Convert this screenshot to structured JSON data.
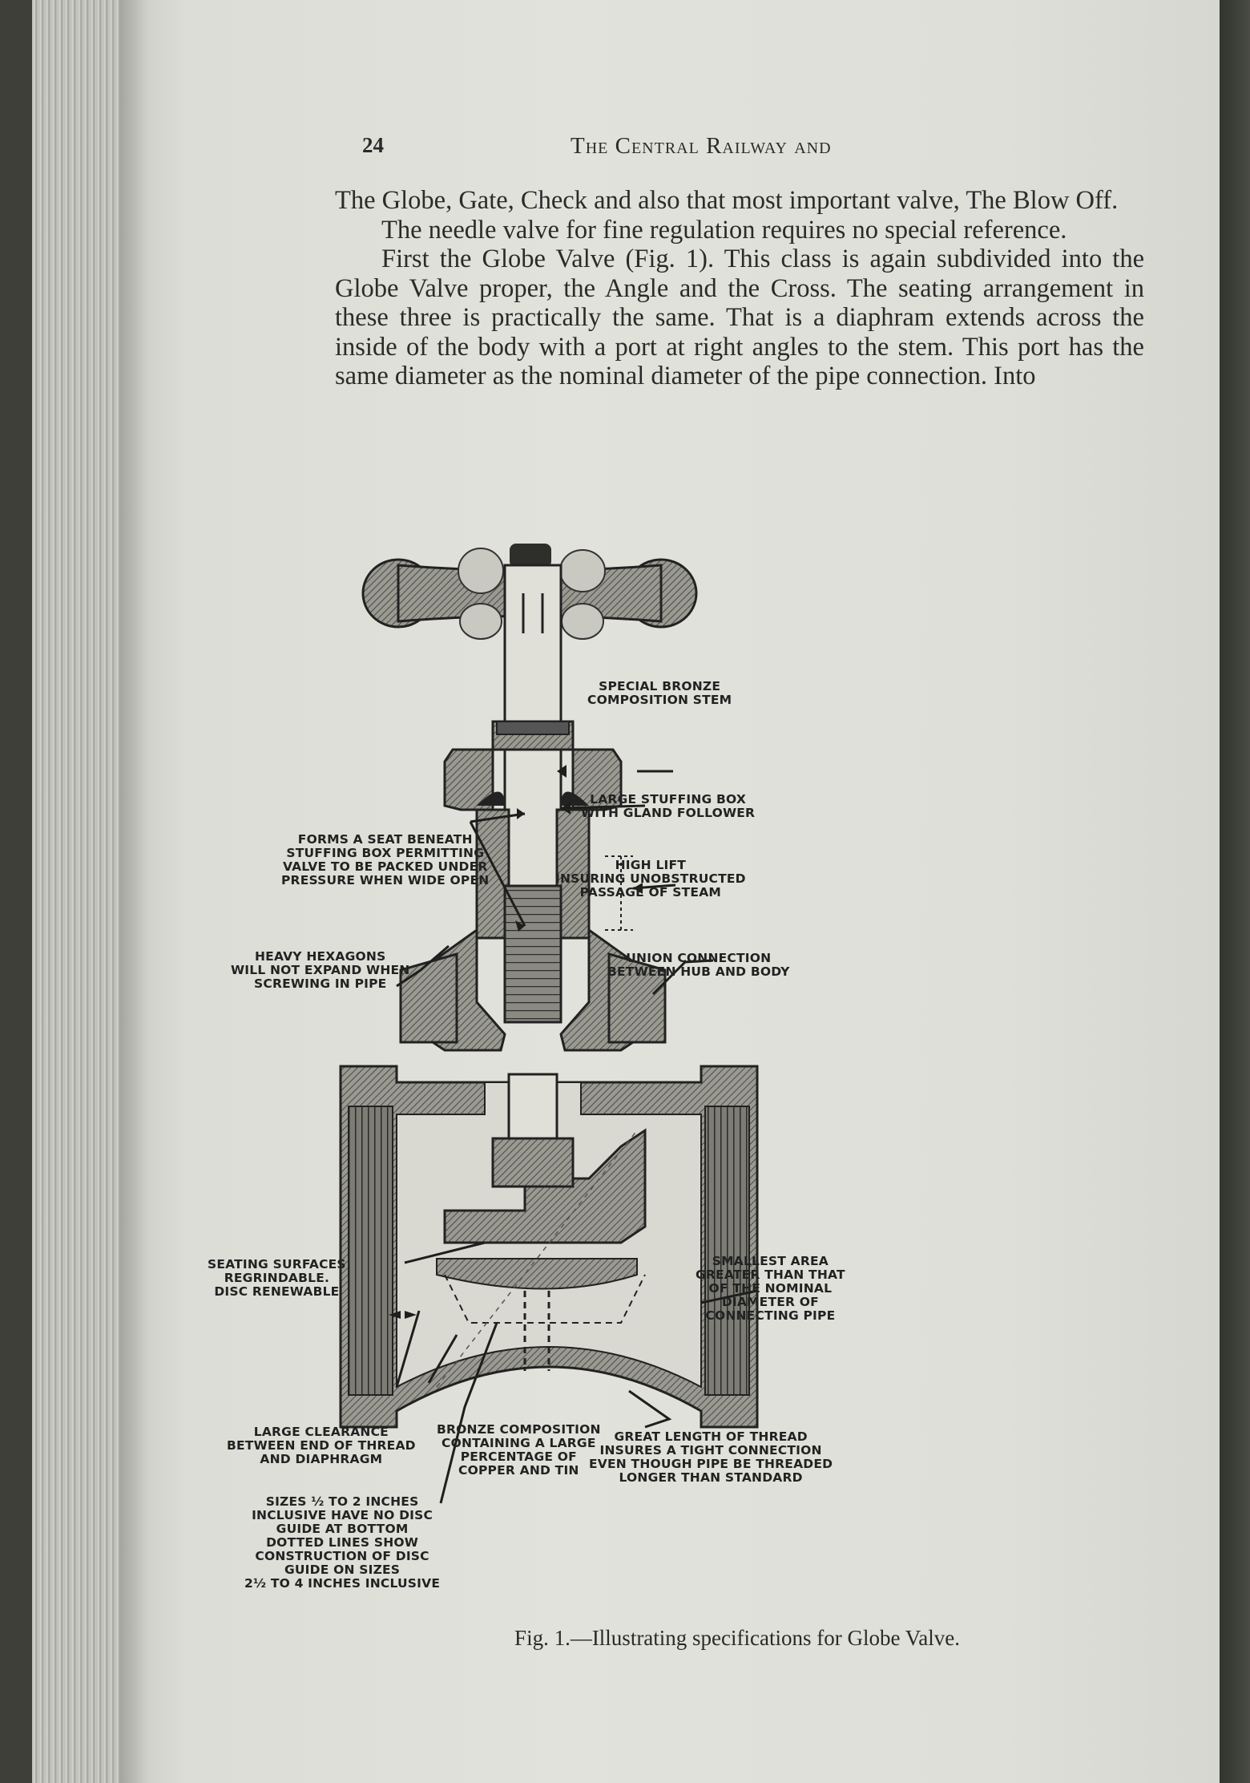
{
  "page": {
    "number": "24",
    "running_title": "The Central Railway and"
  },
  "paragraphs": [
    "The Globe, Gate, Check and also that most important valve, The Blow Off.",
    "The needle valve for fine regulation requires no special reference.",
    "First the Globe Valve (Fig. 1). This class is again subdivided into the Globe Valve proper, the Angle and the Cross. The seating arrangement in these three is practically the same. That is a diaphram extends across the inside of the body with a port at right angles to the stem. This port has the same diameter as the nominal diameter of the pipe connection. Into"
  ],
  "figure": {
    "labels": {
      "stem": "SPECIAL BRONZE\nCOMPOSITION STEM",
      "stuffing_box": "LARGE STUFFING BOX\nWITH GLAND FOLLOWER",
      "seat_beneath": "FORMS A SEAT BENEATH\nSTUFFING BOX PERMITTING\nVALVE TO BE PACKED UNDER\nPRESSURE WHEN WIDE OPEN",
      "high_lift": "HIGH LIFT\nINSURING UNOBSTRUCTED\nPASSAGE OF STEAM",
      "hexagons": "HEAVY HEXAGONS\nWILL NOT EXPAND WHEN\nSCREWING IN PIPE",
      "union": "UNION CONNECTION\nBETWEEN HUB AND BODY",
      "seating": "SEATING SURFACES\nREGRINDABLE.\nDISC RENEWABLE",
      "smallest_area": "SMALLEST AREA\nGREATER THAN THAT\nOF THE NOMINAL\nDIAMETER OF\nCONNECTING PIPE",
      "clearance": "LARGE CLEARANCE\nBETWEEN END OF THREAD\nAND DIAPHRAGM",
      "bronze_body": "BRONZE COMPOSITION\nCONTAINING A LARGE\nPERCENTAGE OF\nCOPPER AND TIN",
      "thread_length": "GREAT LENGTH OF THREAD\nINSURES A TIGHT CONNECTION\nEVEN THOUGH PIPE BE THREADED\nLONGER THAN STANDARD",
      "sizes": "SIZES ½ TO 2 INCHES\nINCLUSIVE HAVE NO DISC\nGUIDE AT BOTTOM\nDOTTED LINES SHOW\nCONSTRUCTION OF DISC\nGUIDE ON SIZES\n2½ TO 4 INCHES INCLUSIVE"
    },
    "caption": "Fig. 1.—Illustrating specifications for Globe Valve."
  }
}
